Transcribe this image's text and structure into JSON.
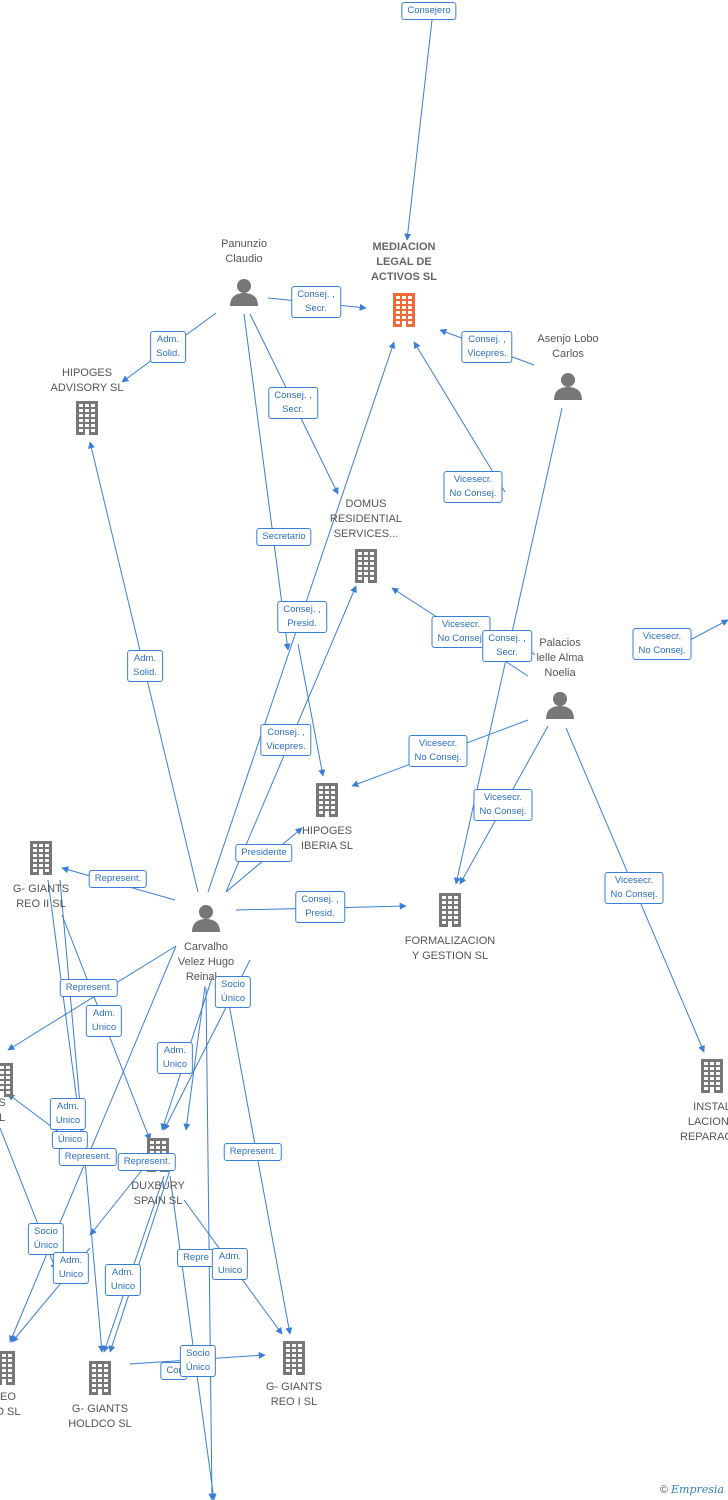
{
  "nodes": [
    {
      "id": "mediacion",
      "type": "company",
      "main": true,
      "label": "MEDIACION\nLEGAL DE\nACTIVOS  SL"
    },
    {
      "id": "panunzio",
      "type": "person",
      "label": "Panunzio\nClaudio"
    },
    {
      "id": "asenjo",
      "type": "person",
      "label": "Asenjo Lobo\nCarlos"
    },
    {
      "id": "hipoges_adv",
      "type": "company",
      "label": "HIPOGES\nADVISORY  SL"
    },
    {
      "id": "domus",
      "type": "company",
      "label": "DOMUS\nRESIDENTIAL\nSERVICES..."
    },
    {
      "id": "palacios",
      "type": "person",
      "label": "Palacios\nlelle Alma\nNoelia"
    },
    {
      "id": "hipoges_ib",
      "type": "company",
      "label": "HIPOGES\nIBERIA SL"
    },
    {
      "id": "ggiants_reo2",
      "type": "company",
      "label": "G- GIANTS\nREO II  SL"
    },
    {
      "id": "carvalho",
      "type": "person",
      "label": "Carvalho\nVelez Hugo\nReinal..."
    },
    {
      "id": "formalizacion",
      "type": "company",
      "label": "FORMALIZACION\nY GESTION SL"
    },
    {
      "id": "instal",
      "type": "company",
      "label": "INSTAL\nLACIONS\nREPARACIO"
    },
    {
      "id": "left_s",
      "type": "company",
      "label": "S\nL"
    },
    {
      "id": "duxbury",
      "type": "company",
      "label": "DUXBURY\nSPAIN  SL"
    },
    {
      "id": "reo_co",
      "type": "company",
      "label": "REO\nCO  SL"
    },
    {
      "id": "ggiants_holdco",
      "type": "company",
      "label": "G- GIANTS\nHOLDCO  SL"
    },
    {
      "id": "ggiants_reo1",
      "type": "company",
      "label": "G- GIANTS\nREO I  SL"
    }
  ],
  "edges": [
    {
      "label": "Consejero"
    },
    {
      "label": "Consej. ,\nSecr."
    },
    {
      "label": "Adm.\nSolid."
    },
    {
      "label": "Consej. ,\nVicepres."
    },
    {
      "label": "Consej. ,\nSecr."
    },
    {
      "label": "Vicesecr.\nNo Consej."
    },
    {
      "label": "Secretario"
    },
    {
      "label": "Consej. ,\nPresid."
    },
    {
      "label": "Vicesecr.\nNo Consej."
    },
    {
      "label": "Consej. ,\nSecr."
    },
    {
      "label": "Vicesecr.\nNo Consej."
    },
    {
      "label": "Adm.\nSolid."
    },
    {
      "label": "Consej. ,\nVicepres."
    },
    {
      "label": "Vicesecr.\nNo Consej."
    },
    {
      "label": "Vicesecr.\nNo Consej."
    },
    {
      "label": "Presidente"
    },
    {
      "label": "Represent."
    },
    {
      "label": "Consej. ,\nPresid."
    },
    {
      "label": "Vicesecr.\nNo Consej."
    },
    {
      "label": "Represent."
    },
    {
      "label": "Socio\nÚnico"
    },
    {
      "label": "Adm.\nUnico"
    },
    {
      "label": "Adm.\nUnico"
    },
    {
      "label": "Adm.\nUnico"
    },
    {
      "label": "Único"
    },
    {
      "label": "Represent."
    },
    {
      "label": "Represent."
    },
    {
      "label": "Represent."
    },
    {
      "label": "Socio\nÚnico"
    },
    {
      "label": "Adm.\nUnico"
    },
    {
      "label": "Adm.\nUnico"
    },
    {
      "label": "Repre"
    },
    {
      "label": "Adm.\nUnico"
    },
    {
      "label": "Cor"
    },
    {
      "label": "Socio\nÚnico"
    }
  ],
  "footer": {
    "copyright": "©",
    "brand": "Empresia"
  },
  "colors": {
    "edge": "#3a7fd5",
    "main_company": "#f26a3a",
    "company": "#777777",
    "person": "#777777"
  }
}
